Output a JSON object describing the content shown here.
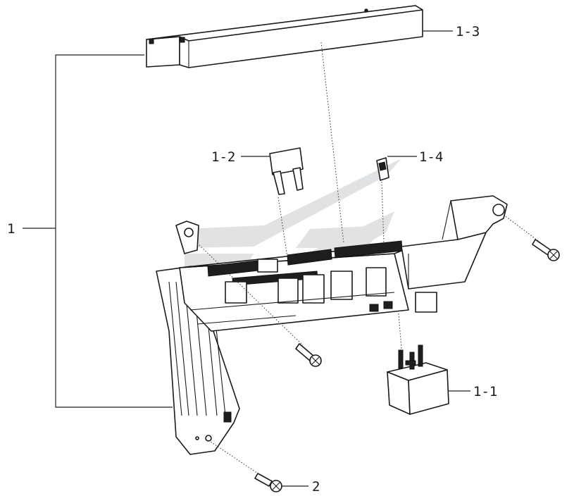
{
  "callouts": {
    "c1": "1",
    "c1_1": "1-1",
    "c1_2": "1-2",
    "c1_3": "1-3",
    "c1_4": "1-4",
    "c2": "2"
  },
  "colors": {
    "watermark": "#c7cccf",
    "line": "#1a1a1a"
  },
  "icons": {
    "watermark": "brand-logo-watermark"
  }
}
